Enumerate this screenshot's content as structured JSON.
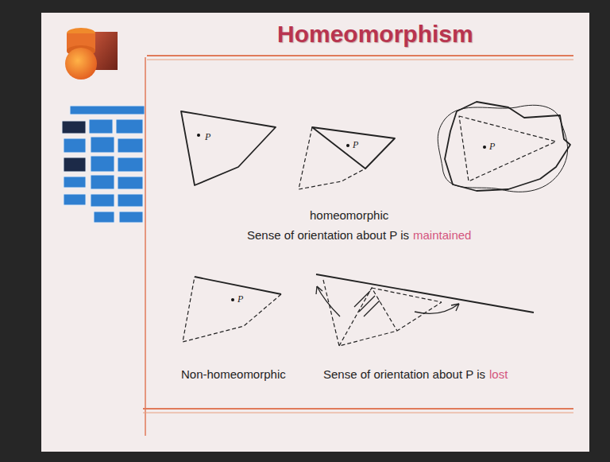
{
  "diagram": {
    "title": "Homeomorphism",
    "nodes": [
      {
        "text": [
          "P"
        ]
      },
      {
        "text": [
          "P"
        ]
      },
      {
        "text": [
          "P"
        ]
      },
      {
        "text": [
          "P"
        ]
      }
    ],
    "labels": [
      "homeomorphic",
      "Sense of orientation about P is",
      "maintained",
      "Non-homeomorphic",
      "Sense of orientation about P is",
      "lost"
    ]
  }
}
